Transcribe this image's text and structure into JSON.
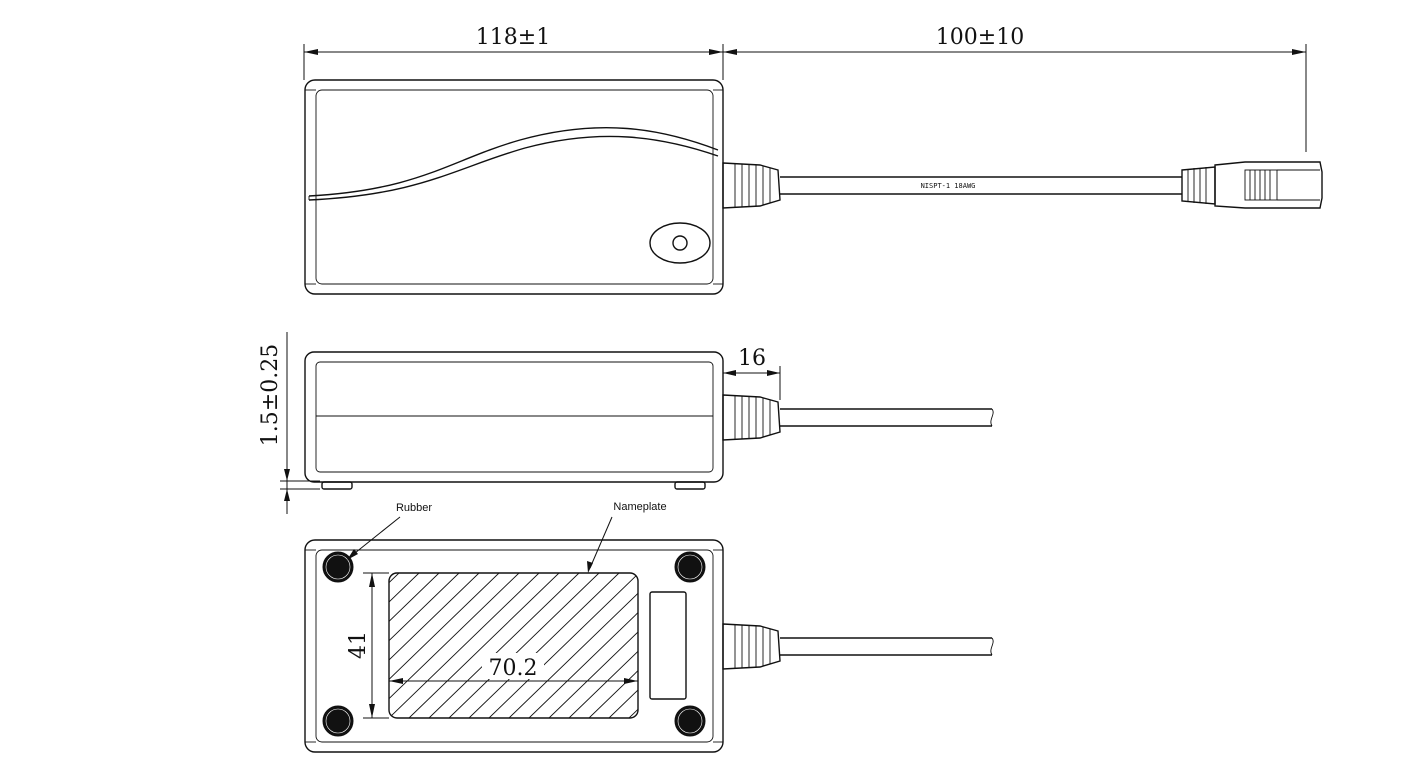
{
  "dimensions": {
    "body_length": "118±1",
    "cord_length": "100±10",
    "foot_height": "1.5±0.25",
    "strain_relief_length": "16",
    "nameplate_height": "41",
    "nameplate_width": "70.2"
  },
  "cord_marking": "NISPT-1 18AWG",
  "callouts": {
    "rubber": "Rubber",
    "nameplate": "Nameplate"
  }
}
